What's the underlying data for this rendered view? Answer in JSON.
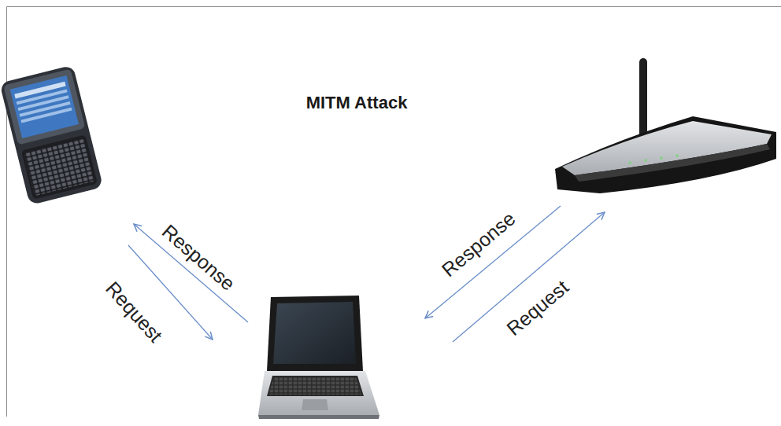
{
  "diagram": {
    "title": "MITM Attack",
    "labels": [
      "Response",
      "Request",
      "Response",
      "Request"
    ]
  }
}
